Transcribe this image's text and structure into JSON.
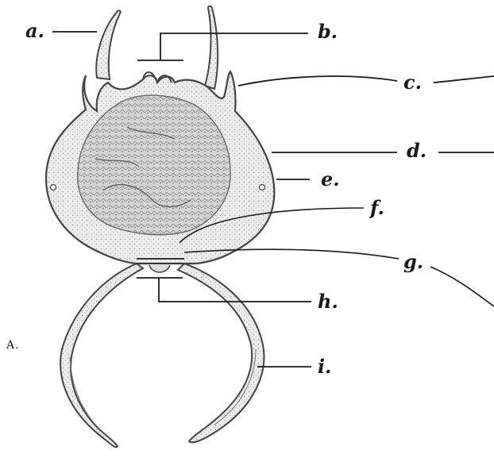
{
  "panel_label": "A.",
  "labels": {
    "a": "a.",
    "b": "b.",
    "c": "c.",
    "d": "d.",
    "e": "e.",
    "f": "f.",
    "g": "g.",
    "h": "h.",
    "i": "i."
  },
  "colors": {
    "ink": "#1a1a1a",
    "outline": "#444444",
    "shell_fill": "#eeeeee",
    "organelle_fill": "#d9d9d9",
    "leader_line": "#1a1a1a"
  }
}
